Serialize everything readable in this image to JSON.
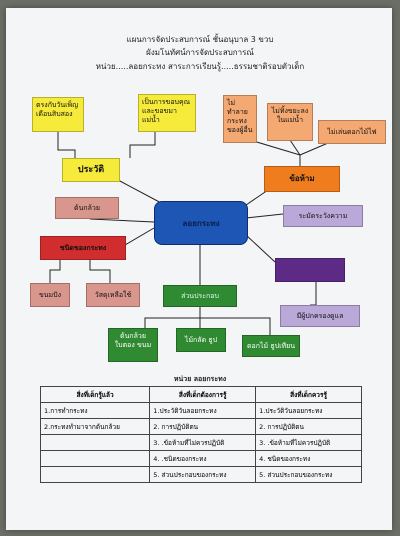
{
  "header": {
    "line1": "แผนการจัดประสบการณ์ ชั้นอนุบาล 3 ขวบ",
    "line2": "ผังมโนทัศน์การจัดประสบการณ์",
    "line3": "หน่วย.....ลอยกระทง      สาระการเรียนรู้.....ธรรมชาติรอบตัวเด็ก"
  },
  "mindmap": {
    "center": "ลอยกระทง",
    "history": {
      "label": "ประวัติ",
      "items": [
        "ตรงกับวันเพ็ญเดือนสิบสอง",
        "เป็นการขอบคุณและขอขมาแม่น้ำ"
      ]
    },
    "prohibitions": {
      "label": "ข้อห้าม",
      "items": [
        "ไม่ทำลายกระทงของผู้อื่น",
        "ไม่ทิ้งขยะลงในแม่น้ำ",
        "ไม่เล่นดอกไม้ไฟ"
      ]
    },
    "types": {
      "label": "ชนิดของกระทง",
      "items": [
        "ต้นกล้วย",
        "ขนมปัง",
        "วัสดุเหลือใช้"
      ]
    },
    "parts": {
      "label": "ส่วนประกอบ",
      "items": [
        "ต้นกล้วย ใบตอง ขนม",
        "ไม้กลัด ธูป",
        "ดอกไม้ ธูปเทียน"
      ]
    },
    "care": {
      "label": "",
      "items": [
        "ระมัดระวังความปลอดภัย",
        "",
        "มีผู้ปกครองดูแล"
      ]
    }
  },
  "table": {
    "caption": "หน่วย  ลอยกระทง",
    "headers": [
      "สิ่งที่เด็กรู้แล้ว",
      "สิ่งที่เด็กต้องการรู้",
      "สิ่งที่เด็กควรรู้"
    ],
    "rows": [
      [
        "1.การทำกระทง",
        "1.ประวัติวันลอยกระทง",
        "1.ประวัติวันลอยกระทง"
      ],
      [
        "2.กระทงทำมาจากต้นกล้วย",
        "2. การปฏิบัติตน",
        "2. การปฏิบัติตน"
      ],
      [
        "",
        "3. .ข้อห้ามที่ไม่ควรปฏิบัติ",
        "3. .ข้อห้ามที่ไม่ควรปฏิบัติ"
      ],
      [
        "",
        "4. .ชนิดของกระทง",
        "4. ชนิดของกระทง"
      ],
      [
        "",
        "5. ส่วนประกอบของกระทง",
        "5. ส่วนประกอบของกระทง"
      ]
    ]
  }
}
